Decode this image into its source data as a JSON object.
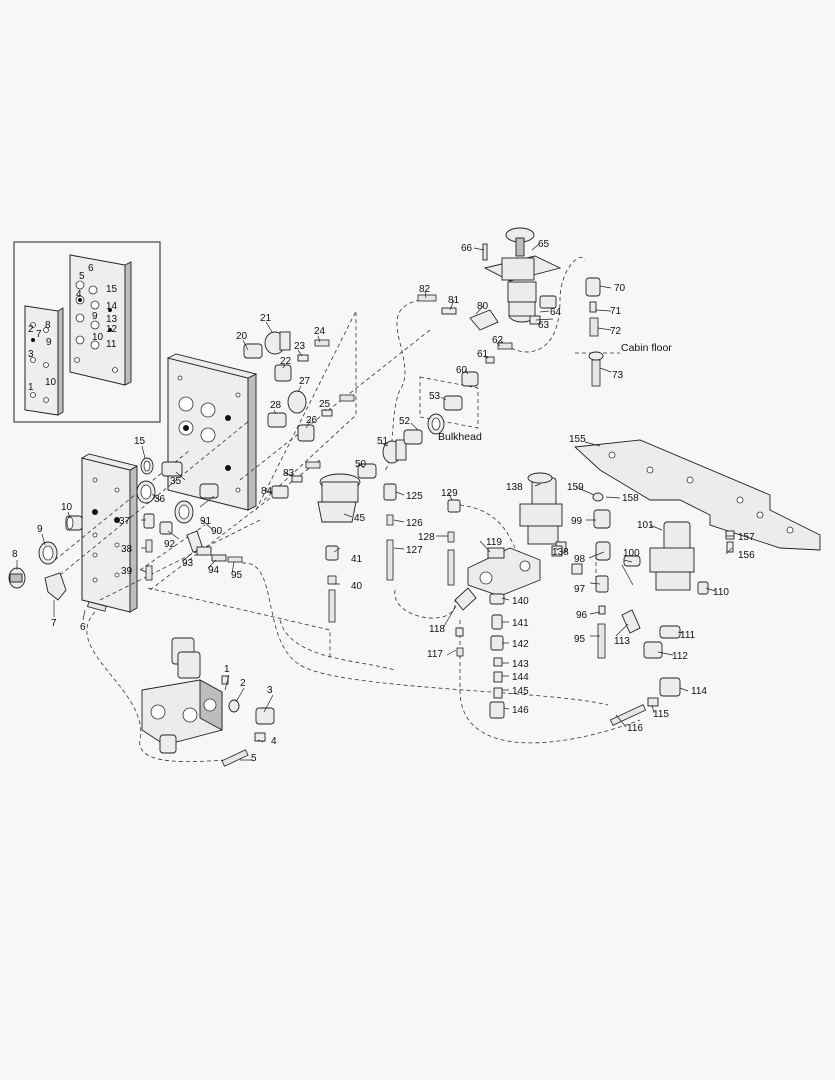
{
  "inset": {
    "labels": [
      "6",
      "5",
      "4",
      "2",
      "3",
      "1",
      "8",
      "7",
      "9",
      "10",
      "15",
      "14",
      "13",
      "12",
      "10",
      "11",
      "9"
    ]
  },
  "notes": {
    "bulkhead": "Bulkhead",
    "cabin_floor": "Cabin floor"
  },
  "callouts": [
    {
      "id": "c1",
      "text": "1"
    },
    {
      "id": "c2",
      "text": "2"
    },
    {
      "id": "c3",
      "text": "3"
    },
    {
      "id": "c4",
      "text": "4"
    },
    {
      "id": "c5",
      "text": "5"
    },
    {
      "id": "c6",
      "text": "6"
    },
    {
      "id": "c7",
      "text": "7"
    },
    {
      "id": "c8",
      "text": "8"
    },
    {
      "id": "c9",
      "text": "9"
    },
    {
      "id": "c10",
      "text": "10"
    },
    {
      "id": "c15",
      "text": "15"
    },
    {
      "id": "c20",
      "text": "20"
    },
    {
      "id": "c21",
      "text": "21"
    },
    {
      "id": "c22",
      "text": "22"
    },
    {
      "id": "c23",
      "text": "23"
    },
    {
      "id": "c24",
      "text": "24"
    },
    {
      "id": "c25",
      "text": "25"
    },
    {
      "id": "c26",
      "text": "26"
    },
    {
      "id": "c27",
      "text": "27"
    },
    {
      "id": "c28",
      "text": "28"
    },
    {
      "id": "c35",
      "text": "35"
    },
    {
      "id": "c36",
      "text": "36"
    },
    {
      "id": "c37",
      "text": "37"
    },
    {
      "id": "c38",
      "text": "38"
    },
    {
      "id": "c39",
      "text": "39"
    },
    {
      "id": "c40",
      "text": "40"
    },
    {
      "id": "c41",
      "text": "41"
    },
    {
      "id": "c45",
      "text": "45"
    },
    {
      "id": "c50",
      "text": "50"
    },
    {
      "id": "c51",
      "text": "51"
    },
    {
      "id": "c52",
      "text": "52"
    },
    {
      "id": "c53",
      "text": "53"
    },
    {
      "id": "c60",
      "text": "60"
    },
    {
      "id": "c61",
      "text": "61"
    },
    {
      "id": "c62",
      "text": "62"
    },
    {
      "id": "c63",
      "text": "63"
    },
    {
      "id": "c64",
      "text": "64"
    },
    {
      "id": "c65",
      "text": "65"
    },
    {
      "id": "c66",
      "text": "66"
    },
    {
      "id": "c70",
      "text": "70"
    },
    {
      "id": "c71",
      "text": "71"
    },
    {
      "id": "c72",
      "text": "72"
    },
    {
      "id": "c73",
      "text": "73"
    },
    {
      "id": "c80",
      "text": "80"
    },
    {
      "id": "c81",
      "text": "81"
    },
    {
      "id": "c82",
      "text": "82"
    },
    {
      "id": "c83",
      "text": "83"
    },
    {
      "id": "c84",
      "text": "84"
    },
    {
      "id": "c90",
      "text": "90"
    },
    {
      "id": "c91",
      "text": "91"
    },
    {
      "id": "c92",
      "text": "92"
    },
    {
      "id": "c93",
      "text": "93"
    },
    {
      "id": "c94",
      "text": "94"
    },
    {
      "id": "c95a",
      "text": "95"
    },
    {
      "id": "c95b",
      "text": "95"
    },
    {
      "id": "c96",
      "text": "96"
    },
    {
      "id": "c97",
      "text": "97"
    },
    {
      "id": "c98",
      "text": "98"
    },
    {
      "id": "c99",
      "text": "99"
    },
    {
      "id": "c100",
      "text": "100"
    },
    {
      "id": "c101",
      "text": "101"
    },
    {
      "id": "c110",
      "text": "110"
    },
    {
      "id": "c111",
      "text": "111"
    },
    {
      "id": "c112",
      "text": "112"
    },
    {
      "id": "c113",
      "text": "113"
    },
    {
      "id": "c114",
      "text": "114"
    },
    {
      "id": "c115",
      "text": "115"
    },
    {
      "id": "c116",
      "text": "116"
    },
    {
      "id": "c117",
      "text": "117"
    },
    {
      "id": "c118",
      "text": "118"
    },
    {
      "id": "c119",
      "text": "119"
    },
    {
      "id": "c125",
      "text": "125"
    },
    {
      "id": "c126",
      "text": "126"
    },
    {
      "id": "c127",
      "text": "127"
    },
    {
      "id": "c128",
      "text": "128"
    },
    {
      "id": "c129",
      "text": "129"
    },
    {
      "id": "c138a",
      "text": "138"
    },
    {
      "id": "c138b",
      "text": "138"
    },
    {
      "id": "c140",
      "text": "140"
    },
    {
      "id": "c141",
      "text": "141"
    },
    {
      "id": "c142",
      "text": "142"
    },
    {
      "id": "c143",
      "text": "143"
    },
    {
      "id": "c144",
      "text": "144"
    },
    {
      "id": "c145",
      "text": "145"
    },
    {
      "id": "c146",
      "text": "146"
    },
    {
      "id": "c155",
      "text": "155"
    },
    {
      "id": "c156",
      "text": "156"
    },
    {
      "id": "c157",
      "text": "157"
    },
    {
      "id": "c158",
      "text": "158"
    },
    {
      "id": "c159",
      "text": "159"
    }
  ]
}
